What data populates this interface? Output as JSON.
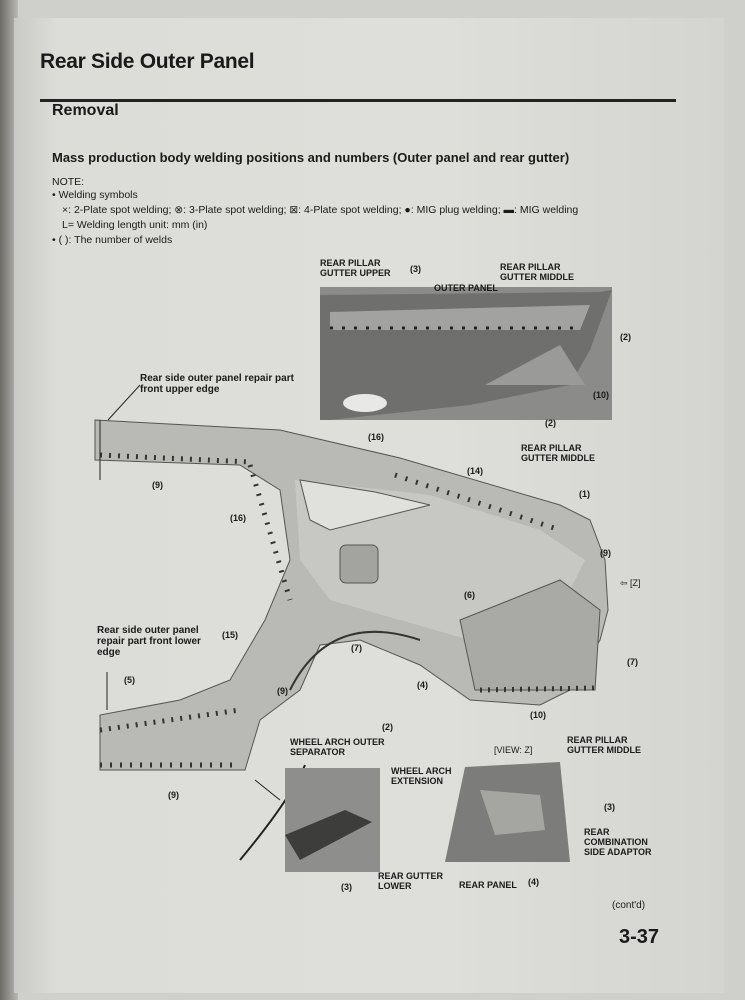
{
  "header": {
    "title": "Rear Side Outer Panel",
    "section": "Removal"
  },
  "content": {
    "heading": "Mass production body welding positions and numbers (Outer panel and rear gutter)",
    "note_label": "NOTE:",
    "bullet1": "Welding symbols",
    "symbols": "×: 2-Plate spot welding; ⊗: 3-Plate spot welding; ⊠: 4-Plate spot welding; ●: MIG plug welding; ▬: MIG welding",
    "length_unit": "L= Welding length unit: mm (in)",
    "bullet2": "( ): The number of welds"
  },
  "diagram": {
    "upper_inset": {
      "gutter_upper": "REAR PILLAR GUTTER UPPER",
      "count3": "(3)",
      "outer_panel": "OUTER PANEL",
      "gutter_middle": "REAR PILLAR GUTTER MIDDLE",
      "count2a": "(2)",
      "count10": "(10)",
      "count2b": "(2)"
    },
    "main": {
      "front_upper_edge": "Rear side outer panel repair part front upper edge",
      "count9a": "(9)",
      "count16a": "(16)",
      "count16b": "(16)",
      "count14": "(14)",
      "gutter_middle": "REAR PILLAR GUTTER MIDDLE",
      "count1": "(1)",
      "count9b": "(9)",
      "view_z_arrow": "⇦ [Z]",
      "count6": "(6)",
      "front_lower_edge": "Rear side outer panel repair part front lower edge",
      "count15": "(15)",
      "count5": "(5)",
      "count7a": "(7)",
      "count9c": "(9)",
      "count7b": "(7)",
      "count4": "(4)",
      "count10": "(10)",
      "count2": "(2)",
      "wheel_arch_sep": "WHEEL ARCH OUTER SEPARATOR",
      "count9d": "(9)"
    },
    "arch_inset": {
      "wheel_arch_ext": "WHEEL ARCH EXTENSION",
      "count3": "(3)"
    },
    "view_z": {
      "title": "[VIEW: Z]",
      "gutter_middle": "REAR PILLAR GUTTER MIDDLE",
      "count3": "(3)",
      "adaptor": "REAR COMBINATION SIDE ADAPTOR",
      "gutter_lower": "REAR GUTTER LOWER",
      "rear_panel": "REAR PANEL",
      "count4": "(4)"
    }
  },
  "footer": {
    "contd": "(cont'd)",
    "page_number": "3-37"
  }
}
